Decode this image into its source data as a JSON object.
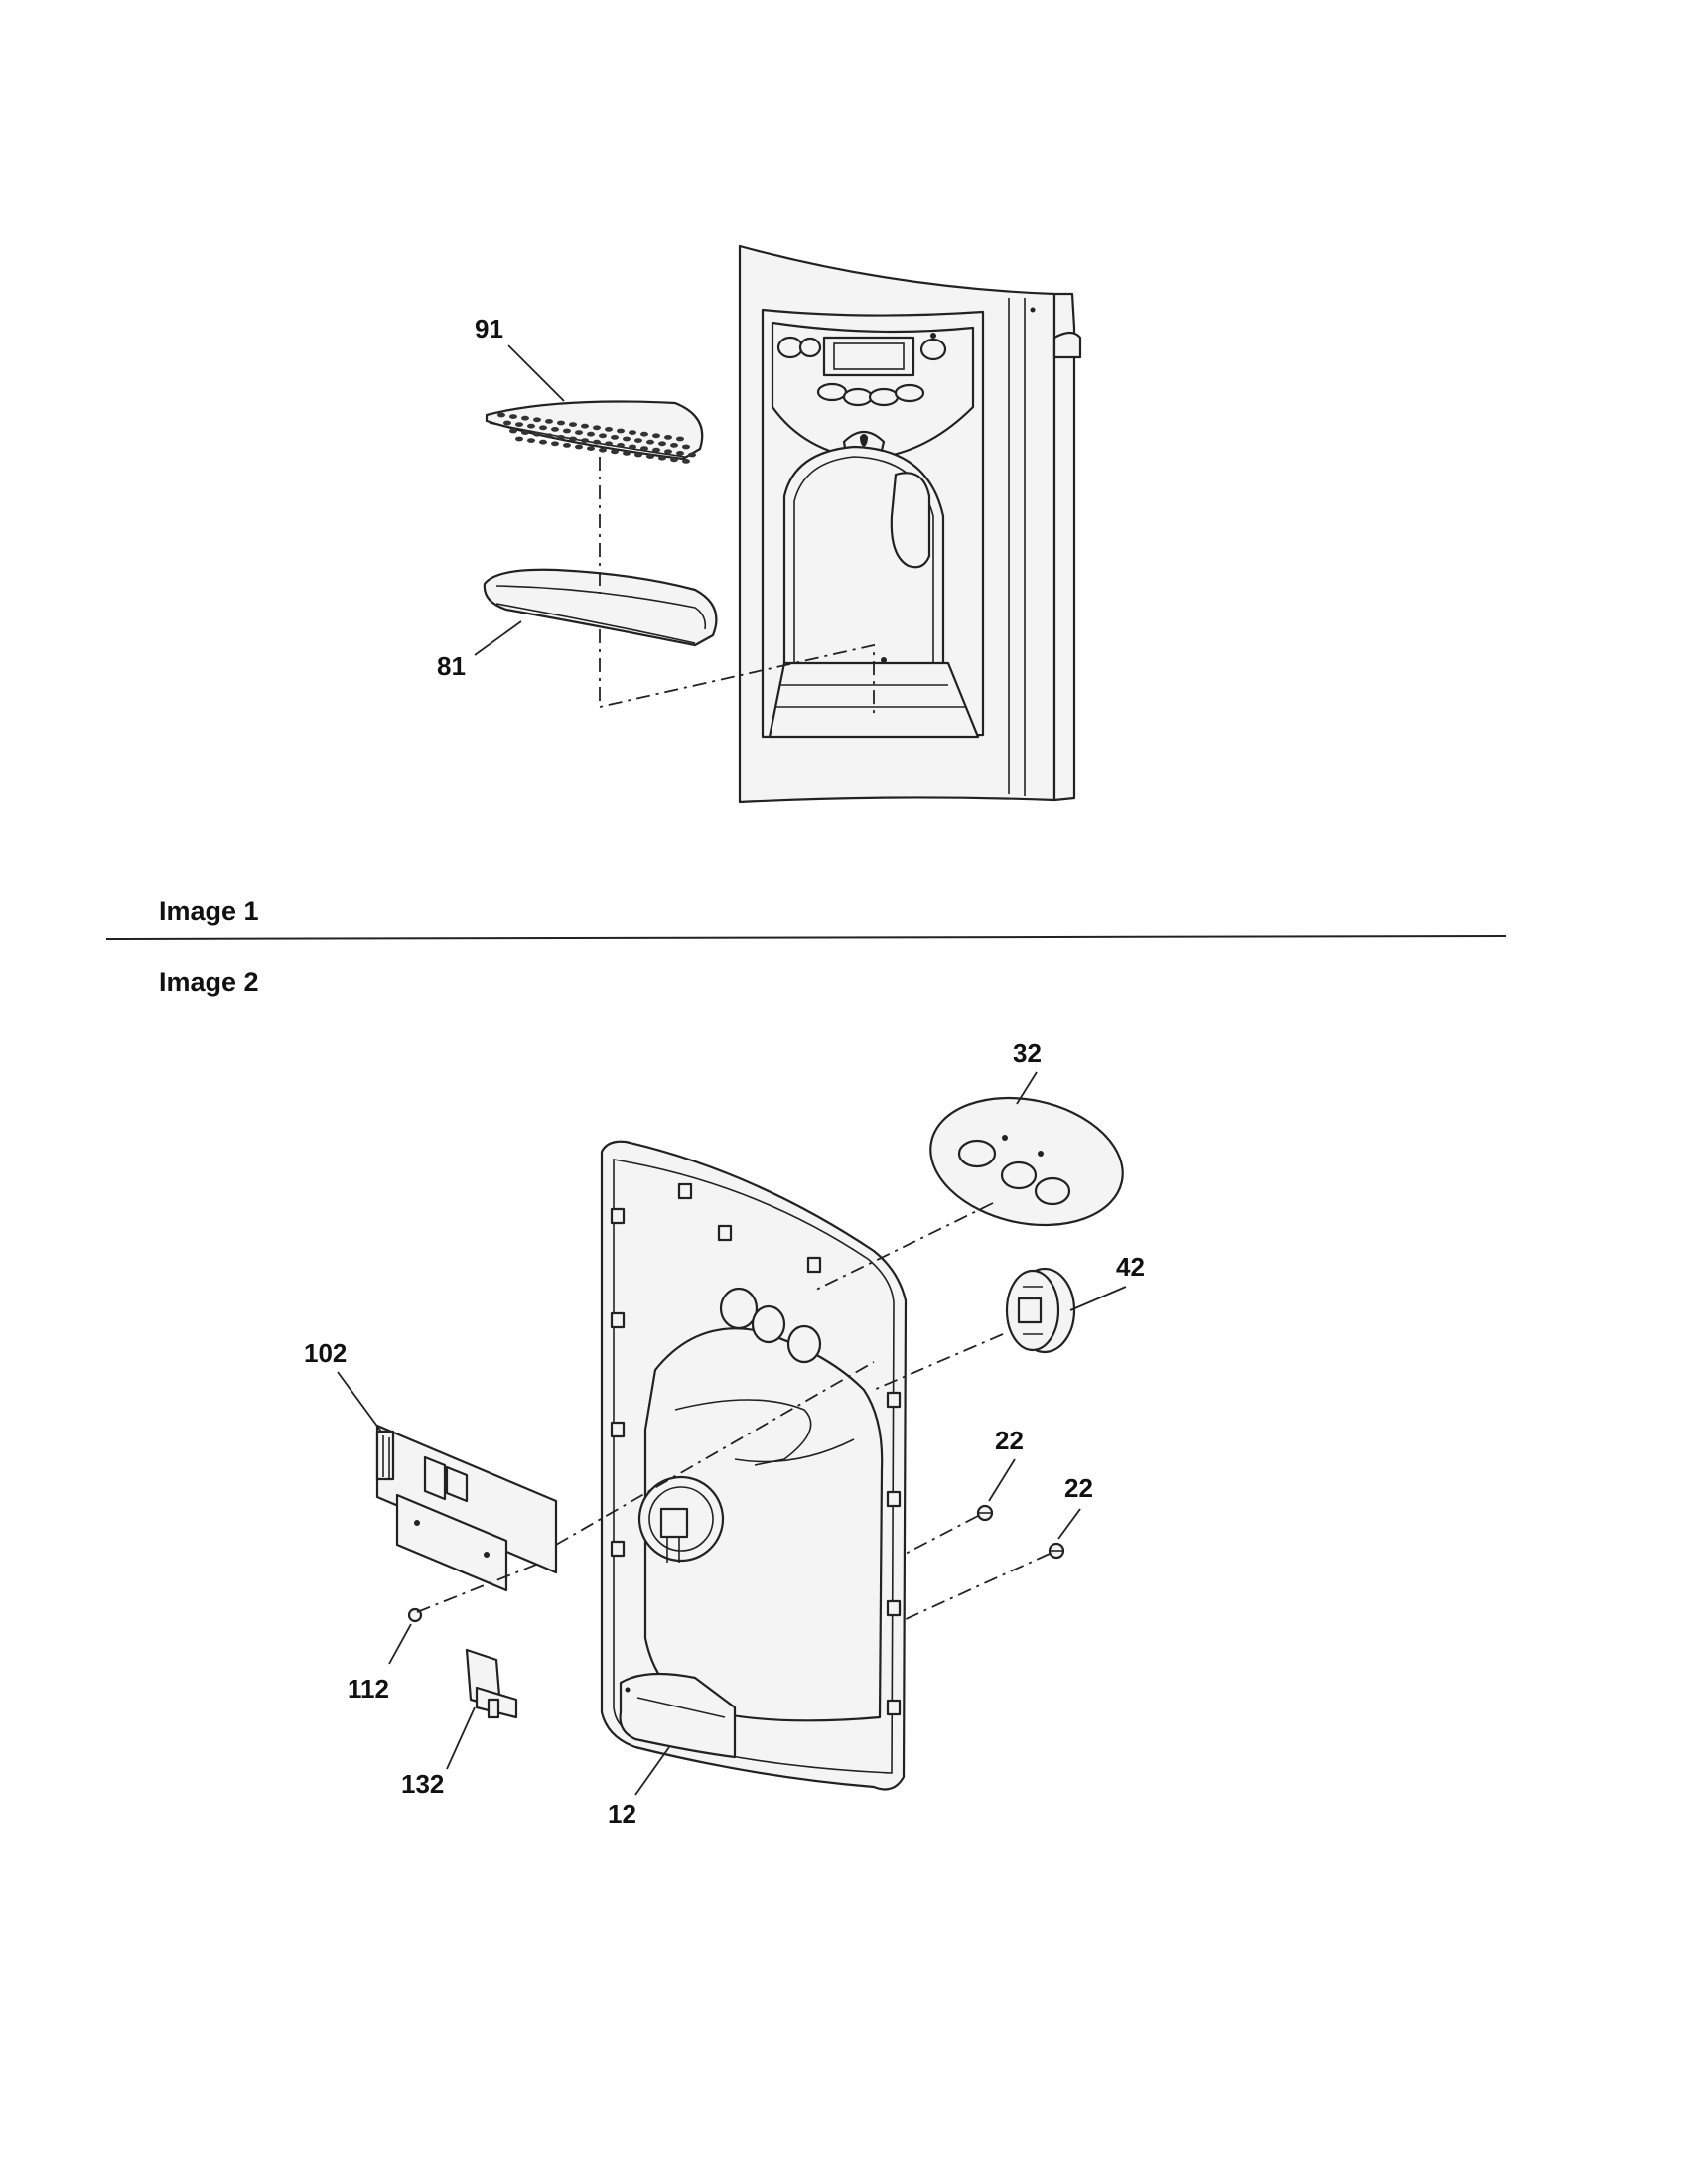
{
  "captions": {
    "image1": "Image 1",
    "image2": "Image 2"
  },
  "image1": {
    "callouts": {
      "p91": "91",
      "p81": "81"
    }
  },
  "image2": {
    "callouts": {
      "p32": "32",
      "p42": "42",
      "p102": "102",
      "p22a": "22",
      "p22b": "22",
      "p112": "112",
      "p132": "132",
      "p12": "12"
    }
  }
}
